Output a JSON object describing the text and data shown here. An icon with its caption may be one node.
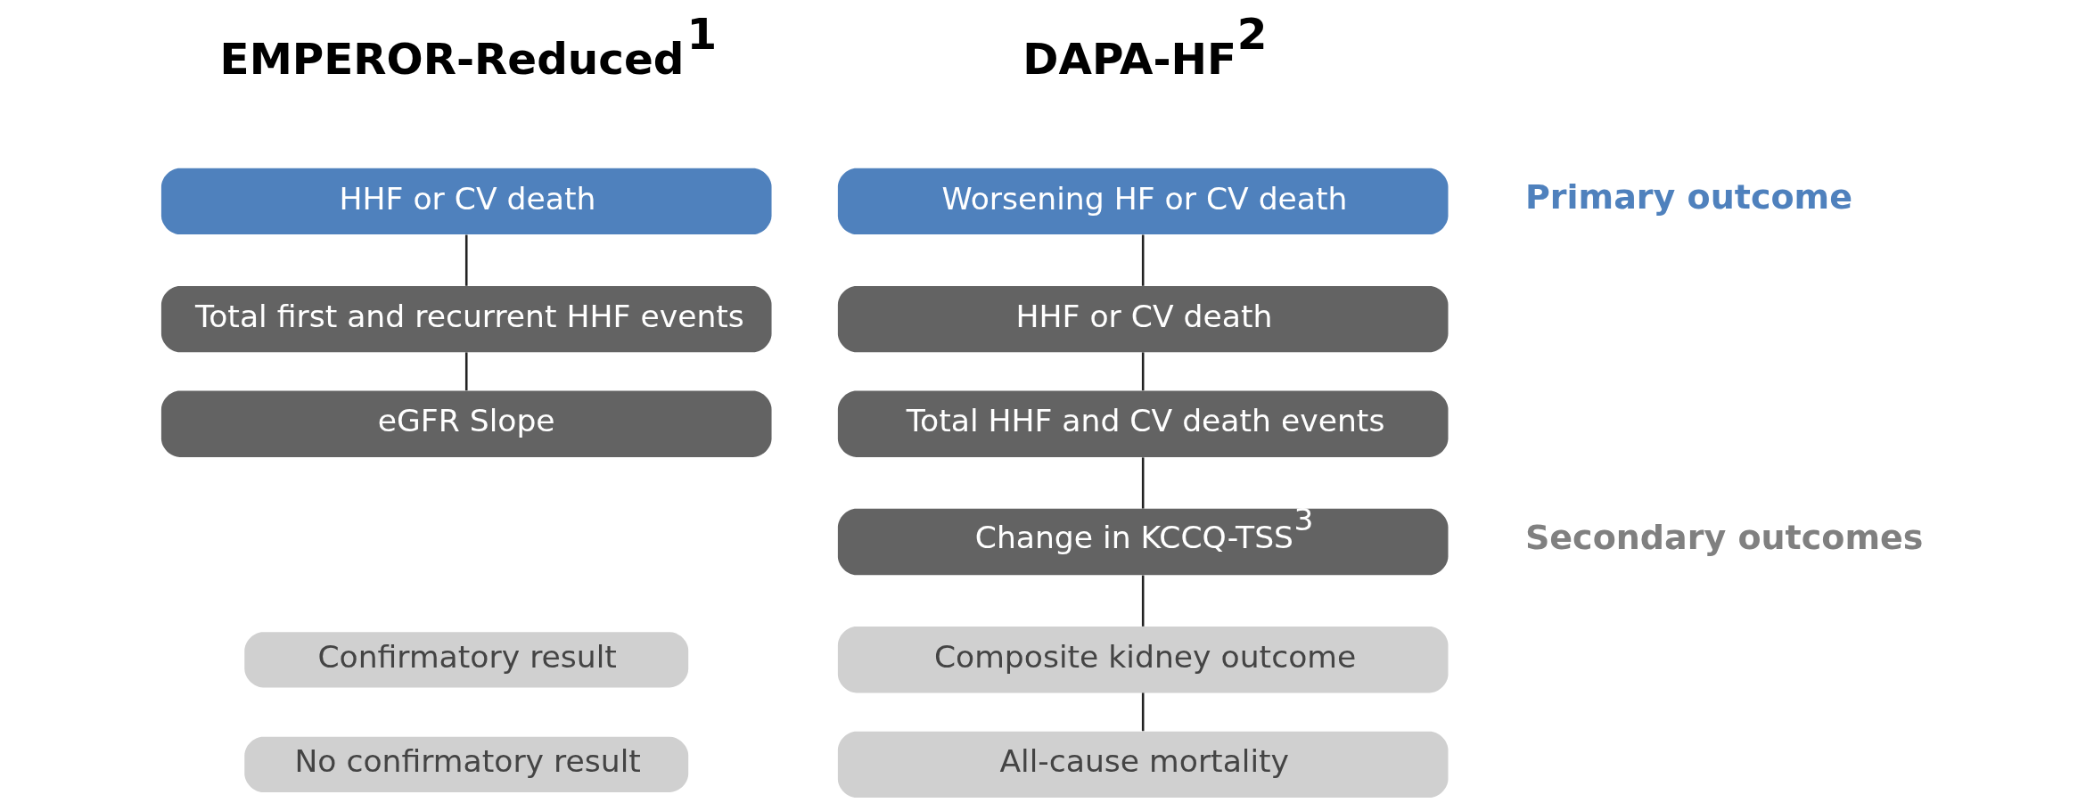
{
  "diagram": {
    "nodes": [
      {
        "text": [
          "HHF or CV death"
        ]
      },
      {
        "text": [
          "Total first and recurrent HHF events"
        ]
      },
      {
        "text": [
          "eGFR Slope"
        ]
      },
      {
        "text": [
          "Worsening HF or CV death"
        ]
      },
      {
        "text": [
          "HHF or CV death"
        ]
      },
      {
        "text": [
          "Total HHF and CV death events"
        ]
      },
      {
        "text": [
          "Change in KCCQ-TSS$^{3}$"
        ]
      },
      {
        "text": [
          "Composite kidney outcome"
        ]
      },
      {
        "text": [
          "All-cause mortality"
        ]
      }
    ],
    "edges": [
      {
        "from": 0,
        "to": 1,
        "arrow": "none"
      },
      {
        "from": 1,
        "to": 2,
        "arrow": "none"
      },
      {
        "from": 3,
        "to": 4,
        "arrow": "none"
      },
      {
        "from": 4,
        "to": 5,
        "arrow": "none"
      },
      {
        "from": 5,
        "to": 6,
        "arrow": "none"
      },
      {
        "from": 6,
        "to": 7,
        "arrow": "none"
      },
      {
        "from": 7,
        "to": 8,
        "arrow": "none"
      }
    ],
    "labels": [
      "EMPEROR-Reduced$^{1}$",
      "DAPA-HF$^{2}$",
      "Primary outcome",
      "Secondary outcomes"
    ],
    "legend": [
      {
        "text": "Confirmatory result"
      },
      {
        "text": "No confirmatory result"
      }
    ]
  }
}
